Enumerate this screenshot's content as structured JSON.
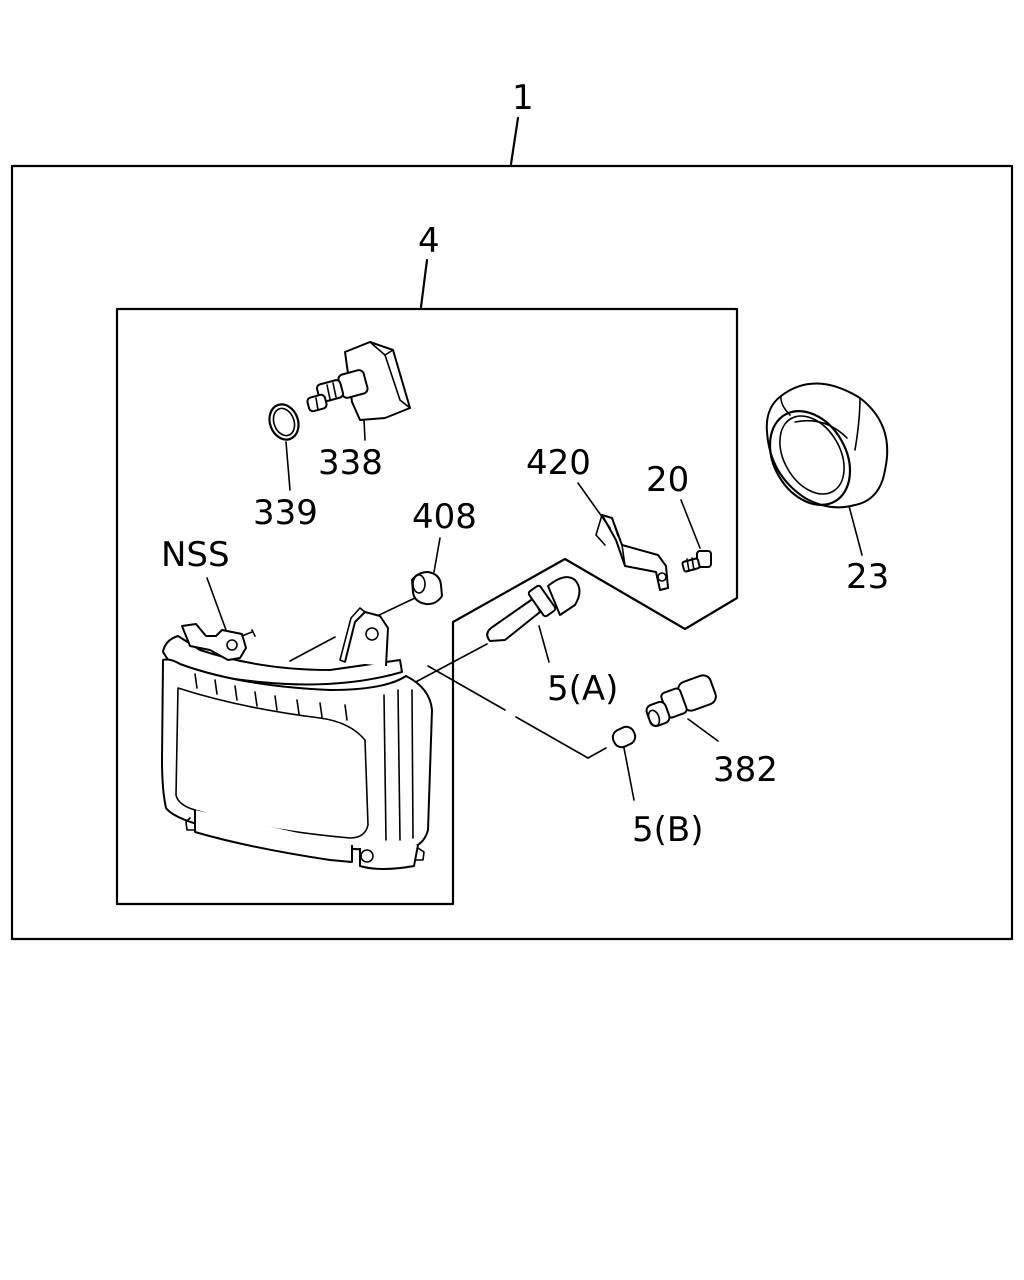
{
  "callouts": {
    "assembly": "1",
    "housing": "4",
    "o_ring": "339",
    "socket": "338",
    "bracket": "420",
    "screw": "20",
    "bezel_ring": "23",
    "grommet": "408",
    "nss": "NSS",
    "bulb_a": "5(A)",
    "holder": "382",
    "bulb_b": "5(B)"
  },
  "colors": {
    "line": "#000000",
    "background": "#ffffff"
  }
}
